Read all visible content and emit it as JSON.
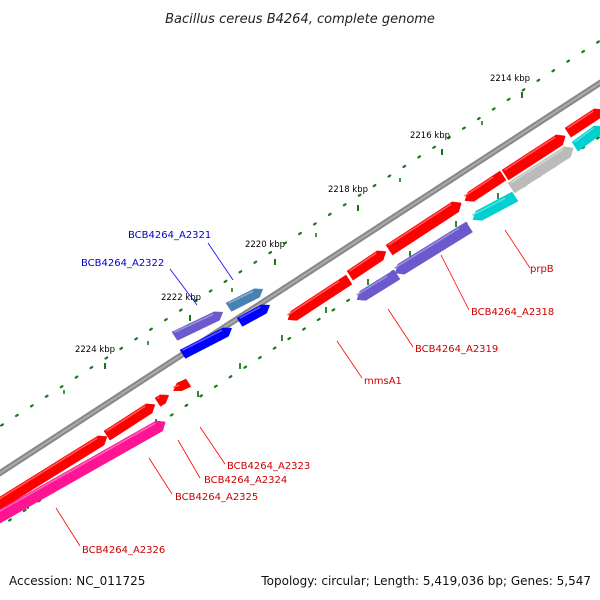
{
  "title": "Bacillus cereus B4264, complete genome",
  "footer": {
    "accession": "Accession: NC_011725",
    "summary": "Topology: circular; Length: 5,419,036 bp; Genes: 5,547"
  },
  "colors": {
    "red": "#ff0000",
    "purple": "#6a5acd",
    "blue": "#0000ff",
    "steel": "#4682b4",
    "cyan": "#00d0d0",
    "gray": "#bbbbbb",
    "pink": "#ff1493",
    "backbone": "#808080",
    "tick": "#1a7a1a",
    "label_red": "#cc0000",
    "label_blue": "#0000cc"
  },
  "ticks": [
    "2214 kbp",
    "2216 kbp",
    "2218 kbp",
    "2220 kbp",
    "2222 kbp",
    "2224 kbp"
  ],
  "gene_labels": [
    {
      "text": "prpB",
      "color": "red"
    },
    {
      "text": "BCB4264_A2318",
      "color": "red"
    },
    {
      "text": "BCB4264_A2319",
      "color": "red"
    },
    {
      "text": "mmsA1",
      "color": "red"
    },
    {
      "text": "BCB4264_A2321",
      "color": "blue"
    },
    {
      "text": "BCB4264_A2322",
      "color": "blue"
    },
    {
      "text": "BCB4264_A2323",
      "color": "red"
    },
    {
      "text": "BCB4264_A2324",
      "color": "red"
    },
    {
      "text": "BCB4264_A2325",
      "color": "red"
    },
    {
      "text": "BCB4264_A2326",
      "color": "red"
    }
  ]
}
